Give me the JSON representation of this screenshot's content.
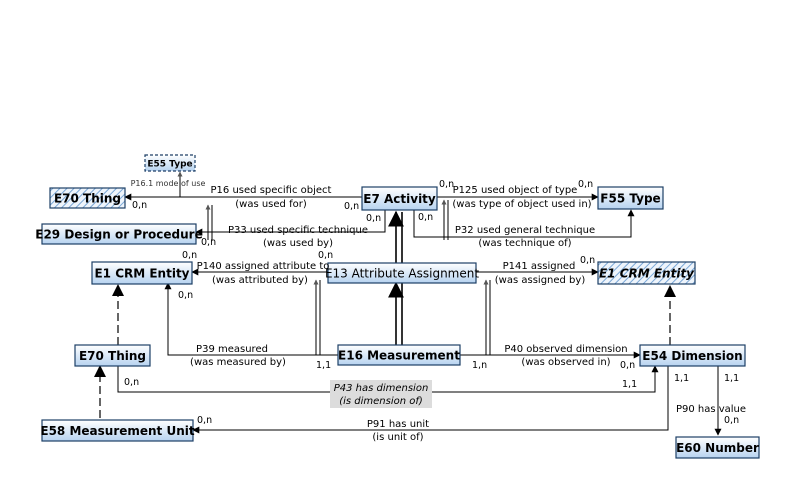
{
  "entities": {
    "e55_type": "E55 Type",
    "e70_thing_top": "E70 Thing",
    "e29_design": "E29 Design or Procedure",
    "e7_activity": "E7 Activity",
    "f55_type": "F55 Type",
    "e1_crm_left": "E1 CRM Entity",
    "e13_attr_assignment": "E13 Attribute Assignment",
    "e1_crm_right": "E1 CRM Entity",
    "e70_thing_mid": "E70 Thing",
    "e16_measurement": "E16 Measurement",
    "e54_dimension": "E54 Dimension",
    "e58_measurement_unit": "E58 Measurement Unit",
    "e60_number": "E60 Number"
  },
  "relations": {
    "p16_1": "P16.1 mode of use",
    "p16_a": "P16 used specific object",
    "p16_b": "(was used for)",
    "p33_a": "P33 used specific technique",
    "p33_b": "(was used by)",
    "p125_a": "P125 used object of type",
    "p125_b": "(was type of object used in)",
    "p32_a": "P32 used general technique",
    "p32_b": "(was technique of)",
    "p140_a": "P140 assigned attribute to",
    "p140_b": "(was attributed by)",
    "p141_a": "P141 assigned",
    "p141_b": "(was assigned by)",
    "p39_a": "P39 measured",
    "p39_b": "(was measured by)",
    "p40_a": "P40 observed dimension",
    "p40_b": "(was observed in)",
    "p43_a": "P43 has dimension",
    "p43_b": "(is dimension of)",
    "p91_a": "P91 has unit",
    "p91_b": "(is unit of)",
    "p90_a": "P90 has value"
  },
  "cardinalities": {
    "c_e70top": "0,n",
    "c_p16_e7": "0,n",
    "c_p33_e29": "0,n",
    "c_p33_e7": "0,n",
    "c_p125_e7": "0,n",
    "c_p125_f55": "0,n",
    "c_p32_e7": "0,n",
    "c_p140_e1_top": "0,n",
    "c_p140_e1_bottom": "0,n",
    "c_p140_e13": "0,n",
    "c_p141_e1r": "0,n",
    "c_p39_e16": "1,1",
    "c_p40_e16": "1,n",
    "c_p40_e54": "0,n",
    "c_p43_e70": "0,n",
    "c_p43_e54": "1,1",
    "c_p91_e58": "0,n",
    "c_p91_e54": "1,1",
    "c_p90_e54": "1,1",
    "c_p90_e60": "0,n"
  },
  "colors": {
    "box_fill_top": "#ffffff",
    "box_fill_bottom": "#b7d3f0",
    "box_border": "#1d3f66",
    "hatch": "#7aa7d6",
    "p43_background": "#dcdcdc"
  }
}
